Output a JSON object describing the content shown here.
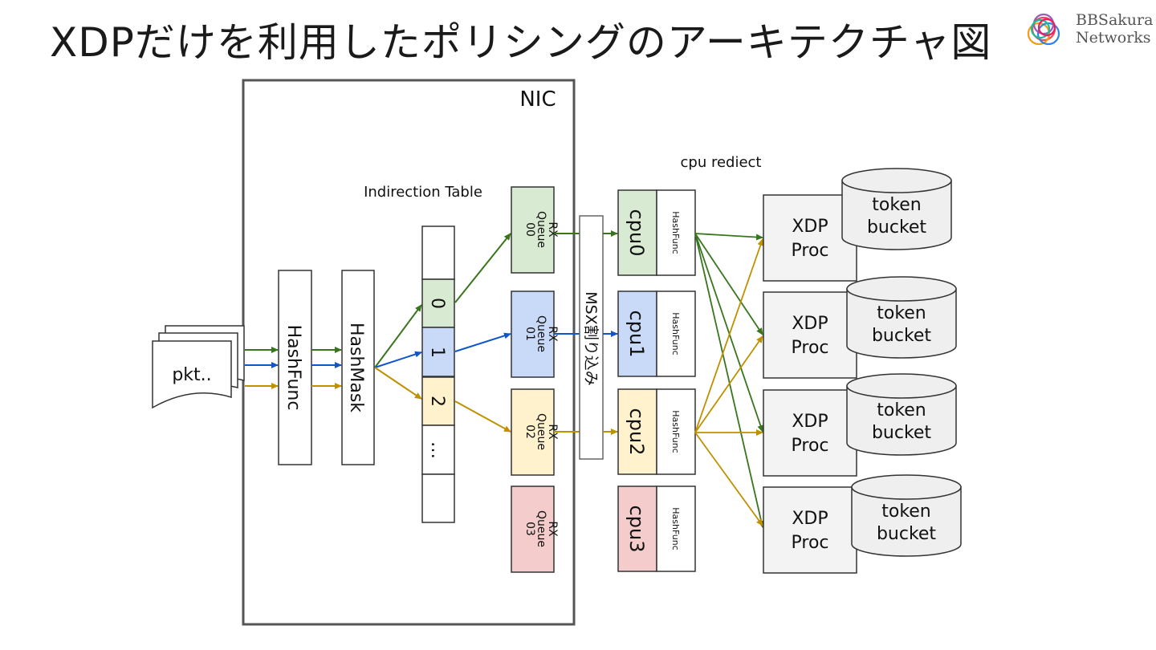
{
  "slide": {
    "title": "XDPだけを利用したポリシングのアーキテクチャ図"
  },
  "logo": {
    "line1": "BBSakura",
    "line2": "Networks"
  },
  "diagram": {
    "nic_label": "NIC",
    "packet_label": "pkt..",
    "hashfunc_label": "HashFunc",
    "hashmask_label": "HashMask",
    "indirection_table_label": "Indirection Table",
    "indirection_entries": [
      "0",
      "1",
      "2",
      "…"
    ],
    "rx_queues": [
      {
        "label": "RX\nQueue\n00",
        "color": "#d9ead3"
      },
      {
        "label": "RX\nQueue\n01",
        "color": "#c9daf8"
      },
      {
        "label": "RX\nQueue\n02",
        "color": "#fff2cc"
      },
      {
        "label": "RX\nQueue\n03",
        "color": "#f4cccc"
      }
    ],
    "msix_label": "MSX割り込み",
    "cpu_redirect_label": "cpu rediect",
    "cpus": [
      {
        "label": "cpu0",
        "hash_label": "HashFunc",
        "color": "#d9ead3"
      },
      {
        "label": "cpu1",
        "hash_label": "HashFunc",
        "color": "#c9daf8"
      },
      {
        "label": "cpu2",
        "hash_label": "HashFunc",
        "color": "#fff2cc"
      },
      {
        "label": "cpu3",
        "hash_label": "HashFunc",
        "color": "#f4cccc"
      }
    ],
    "xdp_procs": [
      {
        "line1": "XDP",
        "line2": "Proc",
        "bucket1": "token",
        "bucket2": "bucket"
      },
      {
        "line1": "XDP",
        "line2": "Proc",
        "bucket1": "token",
        "bucket2": "bucket"
      },
      {
        "line1": "XDP",
        "line2": "Proc",
        "bucket1": "token",
        "bucket2": "bucket"
      },
      {
        "line1": "XDP",
        "line2": "Proc",
        "bucket1": "token",
        "bucket2": "bucket"
      }
    ],
    "colors": {
      "green_arrow": "#38761d",
      "blue_arrow": "#1155cc",
      "yellow_arrow": "#bf9000",
      "box_stroke": "#333333",
      "xdp_fill": "#f3f3f3",
      "bucket_fill": "#efefef"
    }
  }
}
